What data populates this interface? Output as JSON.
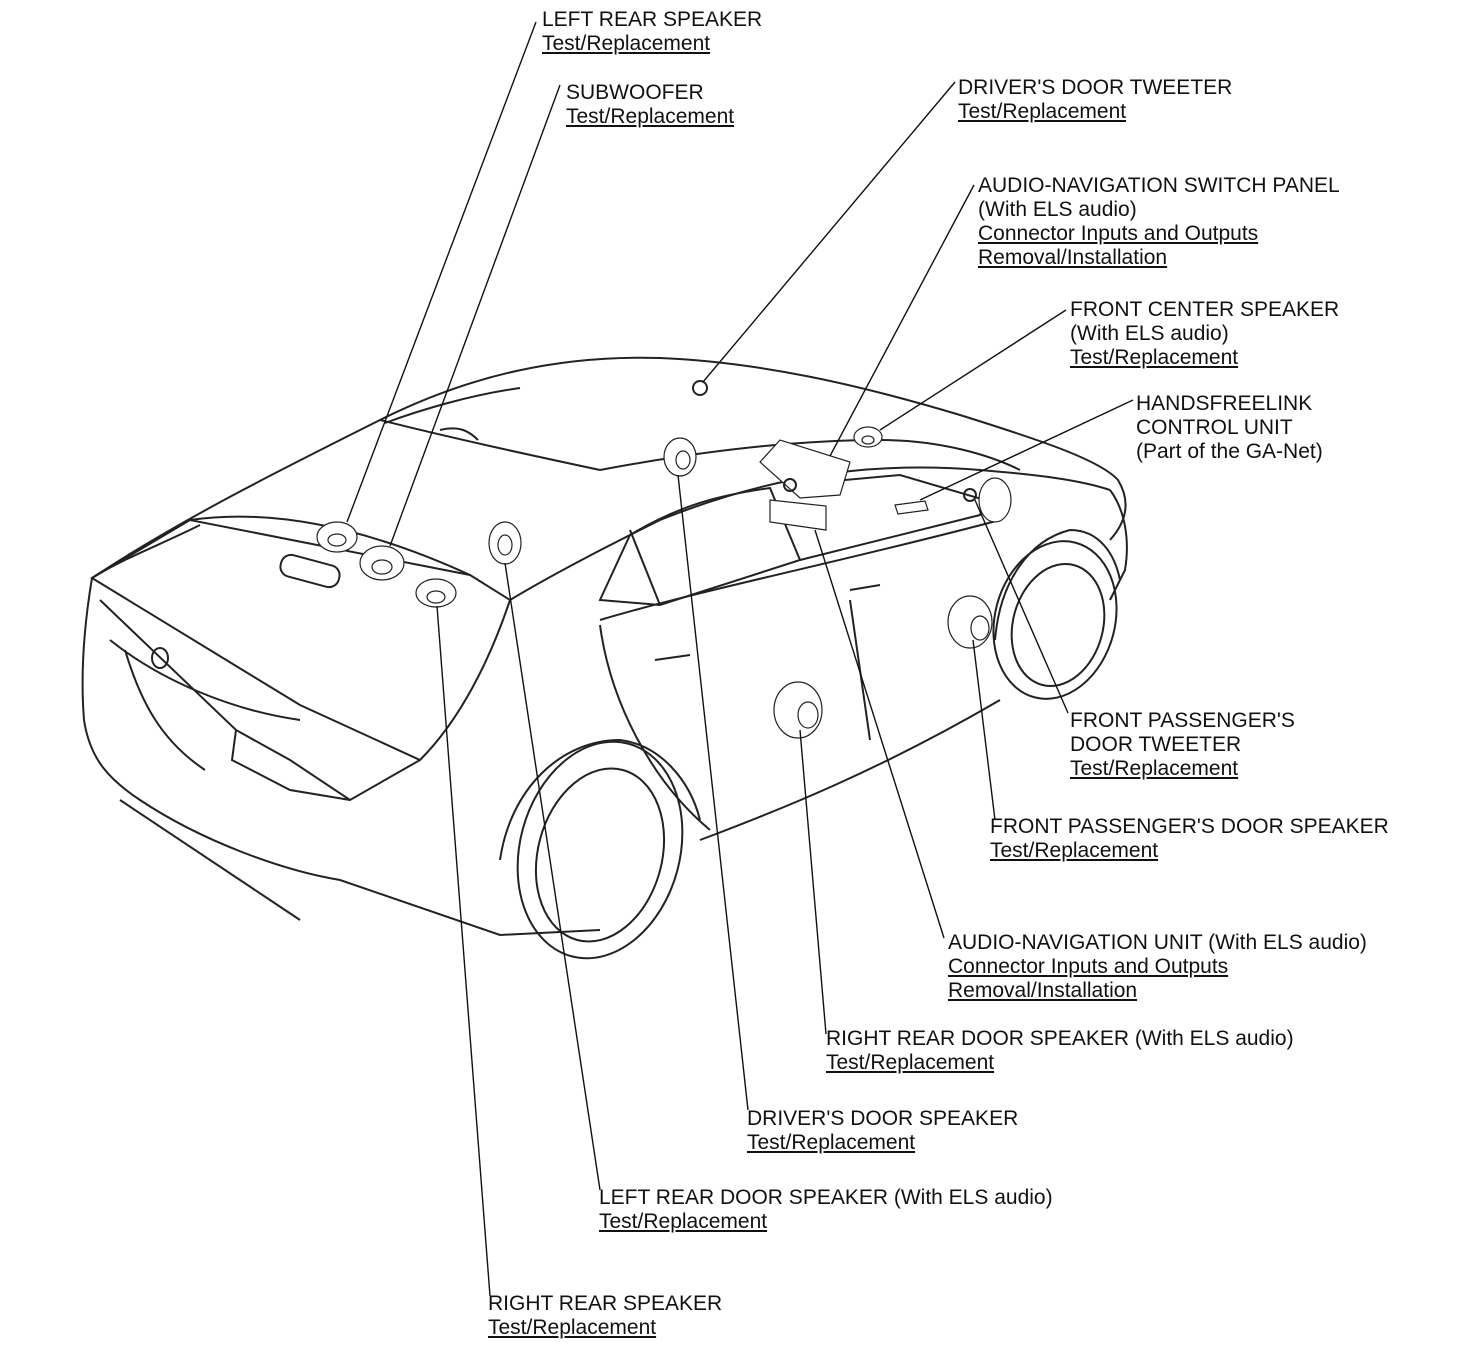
{
  "callouts": {
    "left_rear_speaker": {
      "title": [
        "LEFT REAR SPEAKER"
      ],
      "links": [
        "Test/Replacement"
      ]
    },
    "subwoofer": {
      "title": [
        "SUBWOOFER"
      ],
      "links": [
        "Test/Replacement"
      ]
    },
    "drivers_door_tweeter": {
      "title": [
        "DRIVER'S DOOR TWEETER"
      ],
      "links": [
        "Test/Replacement"
      ]
    },
    "audio_nav_switch_panel": {
      "title": [
        "AUDIO-NAVIGATION SWITCH PANEL",
        "(With ELS audio)"
      ],
      "links": [
        "Connector Inputs and Outputs",
        "Removal/Installation"
      ]
    },
    "front_center_speaker": {
      "title": [
        "FRONT CENTER SPEAKER",
        "(With ELS audio)"
      ],
      "links": [
        "Test/Replacement"
      ]
    },
    "handsfreelink": {
      "title": [
        "HANDSFREELINK",
        "CONTROL UNIT",
        "(Part of the GA-Net)"
      ],
      "links": []
    },
    "front_passenger_door_tweeter": {
      "title": [
        "FRONT PASSENGER'S",
        "DOOR TWEETER"
      ],
      "links": [
        "Test/Replacement"
      ]
    },
    "front_passenger_door_speaker": {
      "title": [
        "FRONT PASSENGER'S DOOR SPEAKER"
      ],
      "links": [
        "Test/Replacement"
      ]
    },
    "audio_nav_unit": {
      "title": [
        "AUDIO-NAVIGATION UNIT (With ELS audio)"
      ],
      "links": [
        "Connector Inputs and Outputs",
        "Removal/Installation"
      ]
    },
    "right_rear_door_speaker": {
      "title": [
        "RIGHT REAR DOOR SPEAKER (With ELS audio)"
      ],
      "links": [
        "Test/Replacement"
      ]
    },
    "drivers_door_speaker": {
      "title": [
        "DRIVER'S DOOR SPEAKER"
      ],
      "links": [
        "Test/Replacement"
      ]
    },
    "left_rear_door_speaker": {
      "title": [
        "LEFT REAR DOOR SPEAKER (With ELS audio)"
      ],
      "links": [
        "Test/Replacement"
      ]
    },
    "right_rear_speaker": {
      "title": [
        "RIGHT REAR SPEAKER"
      ],
      "links": [
        "Test/Replacement"
      ]
    }
  }
}
